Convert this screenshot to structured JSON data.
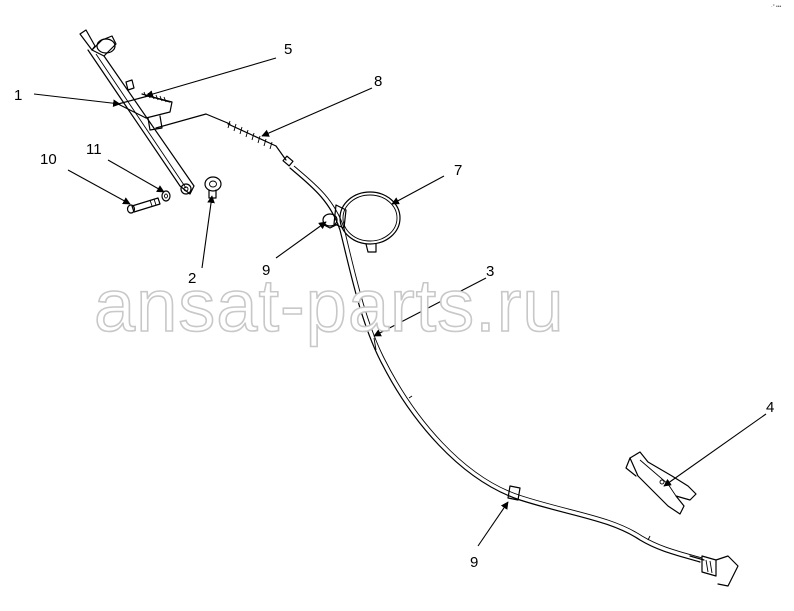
{
  "watermark": "ansat-parts.ru",
  "corner_mark": "·° •••",
  "callouts": [
    {
      "id": "callout-1",
      "text": "1"
    },
    {
      "id": "callout-2",
      "text": "2"
    },
    {
      "id": "callout-3",
      "text": "3"
    },
    {
      "id": "callout-4",
      "text": "4"
    },
    {
      "id": "callout-5",
      "text": "5"
    },
    {
      "id": "callout-7",
      "text": "7"
    },
    {
      "id": "callout-8",
      "text": "8"
    },
    {
      "id": "callout-9a",
      "text": "9"
    },
    {
      "id": "callout-9b",
      "text": "9"
    },
    {
      "id": "callout-10",
      "text": "10"
    },
    {
      "id": "callout-11",
      "text": "11"
    }
  ]
}
